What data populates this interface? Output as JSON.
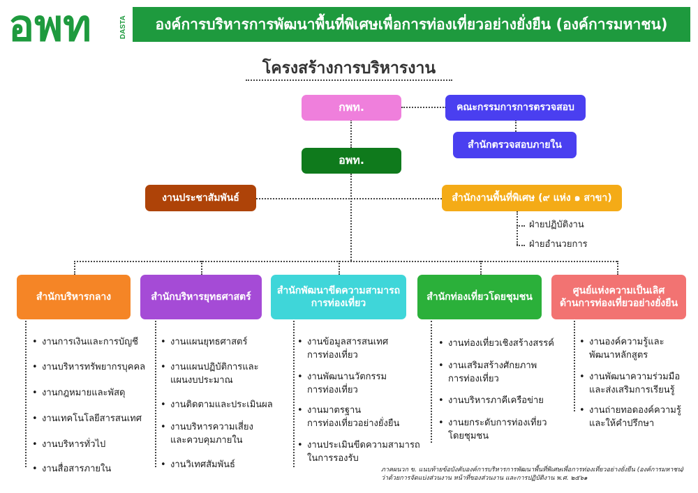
{
  "header": {
    "logo_text": "อพท",
    "logo_subtext": "DASTA",
    "org_title": "องค์การบริหารการพัฒนาพื้นที่พิเศษเพื่อการท่องเที่ยวอย่างยั่งยืน (องค์การมหาชน)",
    "colors": {
      "brand_green": "#1e9a3e"
    }
  },
  "page_title": "โครงสร้างการบริหารงาน",
  "top": {
    "board": {
      "label": "กพท.",
      "color": "#ef7fdc"
    },
    "audit_committee": {
      "label": "คณะกรรมการการตรวจสอบ",
      "color": "#4a3ff0"
    },
    "internal_audit": {
      "label": "สำนักตรวจสอบภายใน",
      "color": "#4a3ff0"
    },
    "director": {
      "label": "อพท.",
      "color": "#0f7a1c"
    },
    "pr": {
      "label": "งานประชาสัมพันธ์",
      "color": "#ae4308"
    },
    "special_area": {
      "label": "สำนักงานพื้นที่พิเศษ (๙ แห่ง ๑ สาขา)",
      "color": "#f4ab17"
    },
    "special_area_subs": [
      "ฝ่ายปฏิบัติงาน",
      "ฝ่ายอำนวยการ"
    ]
  },
  "divisions": [
    {
      "title": "สำนักบริหารกลาง",
      "color": "#f58526",
      "items": [
        "งานการเงินและการบัญชี",
        "งานบริหารทรัพยากรบุคคล",
        "งานกฎหมายและพัสดุ",
        "งานเทคโนโลยีสารสนเทศ",
        "งานบริหารทั่วไป",
        "งานสื่อสารภายใน"
      ]
    },
    {
      "title": "สำนักบริหารยุทธศาสตร์",
      "color": "#a54bd6",
      "items": [
        "งานแผนยุทธศาสตร์",
        "งานแผนปฏิบัติการและ\nแผนงบประมาณ",
        "งานติดตามและประเมินผล",
        "งานบริหารความเสี่ยง\nและควบคุมภายใน",
        "งานวิเทศสัมพันธ์"
      ]
    },
    {
      "title": "สำนักพัฒนาขีดความสามารถ\nการท่องเที่ยว",
      "color": "#3fd6d9",
      "items": [
        "งานข้อมูลสารสนเทศ\nการท่องเที่ยว",
        "งานพัฒนานวัตกรรม\nการท่องเที่ยว",
        "งานมาตรฐาน\nการท่องเที่ยวอย่างยั่งยืน",
        "งานประเมินขีดความสามารถ\nในการรองรับ"
      ]
    },
    {
      "title": "สำนักท่องเที่ยวโดยชุมชน",
      "color": "#2bb03a",
      "items": [
        "งานท่องเที่ยวเชิงสร้างสรรค์",
        "งานเสริมสร้างศักยภาพ\nการท่องเที่ยว",
        "งานบริหารภาคีเครือข่าย",
        "งานยกระดับการท่องเที่ยว\nโดยชุมชน"
      ]
    },
    {
      "title": "ศูนย์แห่งความเป็นเลิศ\nด้านการท่องเที่ยวอย่างยั่งยืน",
      "color": "#f27372",
      "items": [
        "งานองค์ความรู้และ\nพัฒนาหลักสูตร",
        "งานพัฒนาความร่วมมือ\nและส่งเสริมการเรียนรู้",
        "งานถ่ายทอดองค์ความรู้\nและให้คำปรึกษา"
      ]
    }
  ],
  "source_note": [
    "ภาคผนวก ข. แนบท้ายข้อบังคับองค์การบริหารการพัฒนาพื้นที่พิเศษเพื่อการท่องเที่ยวอย่างยั่งยืน (องค์การมหาชน)",
    "ว่าด้วยการจัดแบ่งส่วนงาน หน้าที่ของส่วนงาน และการปฏิบัติงาน พ.ศ. ๒๕๖๑"
  ]
}
